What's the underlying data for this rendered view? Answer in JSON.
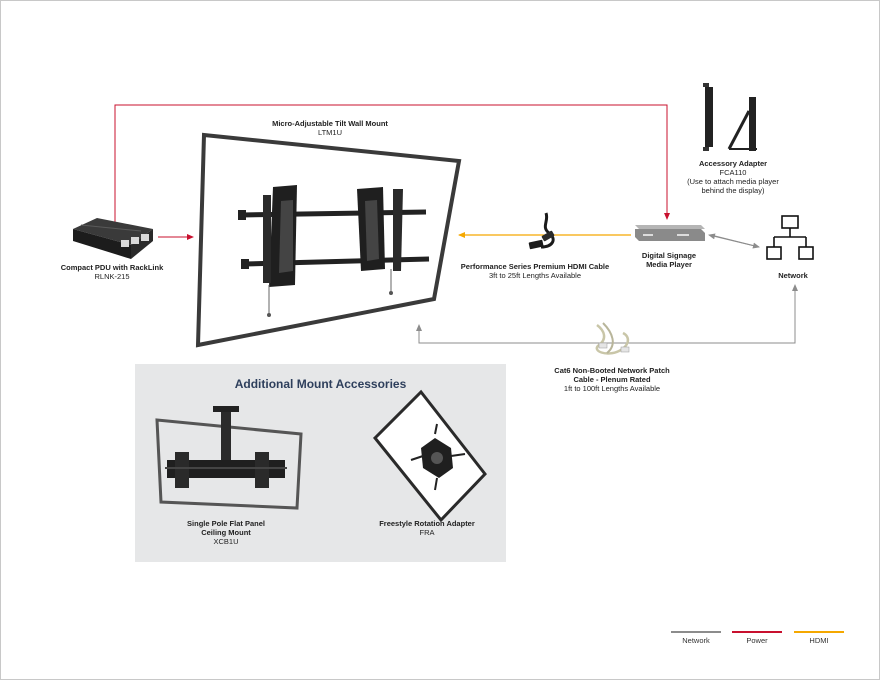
{
  "colors": {
    "power": "#c8102e",
    "hdmi": "#f5a800",
    "network": "#8c8c8c",
    "accent_title": "#2e3f5c"
  },
  "nodes": {
    "wall_mount": {
      "name": "Micro-Adjustable Tilt Wall Mount",
      "model": "LTM1U"
    },
    "pdu": {
      "name": "Compact PDU with RackLink",
      "model": "RLNK-215"
    },
    "hdmi_cable": {
      "name": "Performance Series Premium HDMI Cable",
      "detail": "3ft to 25ft Lengths Available"
    },
    "media_player": {
      "name_line1": "Digital Signage",
      "name_line2": "Media Player"
    },
    "accessory_adapter": {
      "name": "Accessory Adapter",
      "model": "FCA110",
      "note_line1": "(Use to attach media player",
      "note_line2": "behind the display)"
    },
    "network": {
      "name": "Network",
      "icon": "network-topology-icon"
    },
    "cat6_cable": {
      "name_line1": "Cat6 Non-Booted Network Patch",
      "name_line2": "Cable - Plenum Rated",
      "detail": "1ft to 100ft Lengths Available"
    }
  },
  "accessories": {
    "title": "Additional Mount Accessories",
    "items": [
      {
        "name_line1": "Single Pole Flat Panel",
        "name_line2": "Ceiling Mount",
        "model": "XCB1U"
      },
      {
        "name_line1": "Freestyle Rotation Adapter",
        "name_line2": "",
        "model": "FRA"
      }
    ]
  },
  "legend": [
    {
      "label": "Network",
      "color": "#8c8c8c"
    },
    {
      "label": "Power",
      "color": "#c8102e"
    },
    {
      "label": "HDMI",
      "color": "#f5a800"
    }
  ]
}
